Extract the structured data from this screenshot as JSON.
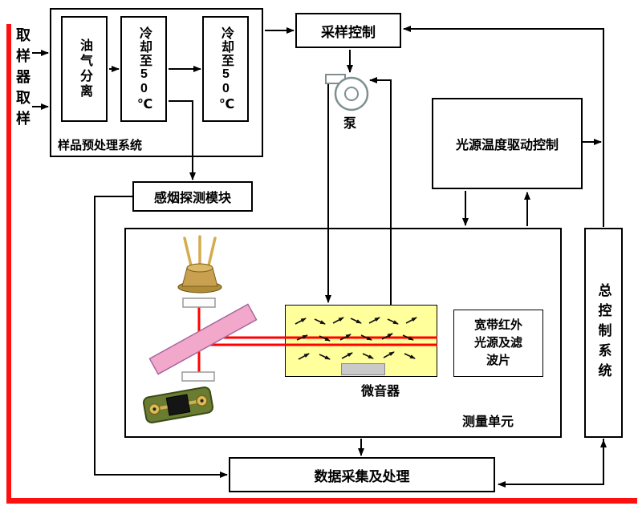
{
  "colors": {
    "accent_red": "#ff1010",
    "gas_cell_yellow": "#ffff9c",
    "mirror_pink": "#f2a8ca",
    "beam_red": "#ff0000",
    "detector_gold": "#c8a050",
    "pcb_green": "#697c31",
    "line_black": "#000000"
  },
  "labels": {
    "sampler": "取样器取样",
    "pretreatment_title": "样品预处理系统",
    "oil_gas_separation": "油气分离",
    "cooler_1": "冷却至50℃",
    "cooler_2": "冷却至50℃",
    "sampling_control": "采样控制",
    "pump": "泵",
    "light_source_temp_drive_control": "光源温度驱动控制",
    "smoke_detection_module": "感烟探测模块",
    "measurement_unit_title": "测量单元",
    "broadband_ir_source_filter": "宽带红外光源及滤波片",
    "microphone": "微音器",
    "master_control_system": "总控制系统",
    "data_acquisition_processing": "数据采集及处理"
  }
}
